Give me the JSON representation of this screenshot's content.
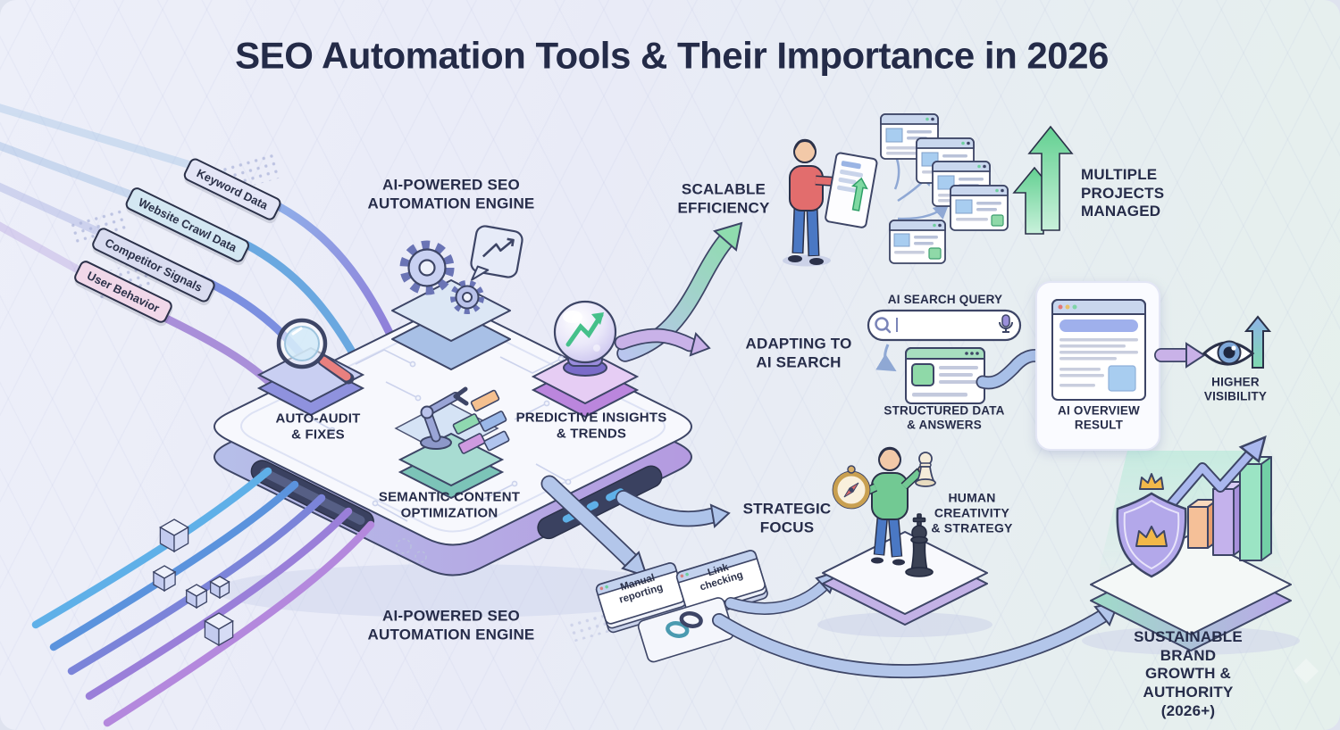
{
  "title": "SEO Automation Tools & Their Importance in 2026",
  "theme": {
    "background_left": "#edeff9",
    "background_right": "#e5f0ec",
    "ink": "#262c49",
    "accent_green": "#6fcf94",
    "accent_purple": "#b79ae0",
    "accent_blue": "#8fb0e0",
    "cable_blue": "#5fb0e8",
    "cable_purple": "#a98fd9"
  },
  "inputs": {
    "items": [
      {
        "label": "Keyword Data",
        "color": "#e3e5f6"
      },
      {
        "label": "Website Crawl Data",
        "color": "#d3e7f2"
      },
      {
        "label": "Competitor Signals",
        "color": "#d9dcf0"
      },
      {
        "label": "User Behavior",
        "color": "#f1d8e9"
      }
    ]
  },
  "engine": {
    "label_top": "AI-POWERED SEO\nAUTOMATION ENGINE",
    "label_bottom": "AI-POWERED SEO\nAUTOMATION ENGINE",
    "modules": {
      "auto_audit": "AUTO-AUDIT\n& FIXES",
      "predictive": "PREDICTIVE INSIGHTS\n& TRENDS",
      "semantic": "SEMANTIC CONTENT\nOPTIMIZATION"
    }
  },
  "outcomes": {
    "scalable_efficiency": "SCALABLE\nEFFICIENCY",
    "multiple_projects": "MULTIPLE\nPROJECTS\nMANAGED",
    "adapting_ai_search": "ADAPTING TO\nAI SEARCH",
    "strategic_focus": "STRATEGIC\nFOCUS",
    "human_creativity": "HUMAN\nCREATIVITY\n& STRATEGY",
    "higher_visibility": "HIGHER\nVISIBILITY",
    "sustainable_growth": "SUSTAINABLE BRAND\nGROWTH & AUTHORITY\n(2026+)"
  },
  "ai_search": {
    "query_label": "AI SEARCH QUERY",
    "structured_label": "STRUCTURED DATA\n& ANSWERS",
    "overview_label": "AI OVERVIEW\nRESULT"
  },
  "manual_tasks": {
    "items": [
      {
        "label": "Manual\nreporting"
      },
      {
        "label": "Link\nchecking"
      }
    ]
  },
  "icons": [
    "magnifier-icon",
    "gear-icon",
    "chat-trend-icon",
    "crystal-ball-icon",
    "robot-arm-icon",
    "browser-window-icon",
    "up-arrow-icon",
    "search-bar-icon",
    "microphone-icon",
    "eye-icon",
    "compass-icon",
    "chess-pieces-icon",
    "chain-link-icon",
    "shield-crown-icon",
    "bar-chart-icon"
  ]
}
